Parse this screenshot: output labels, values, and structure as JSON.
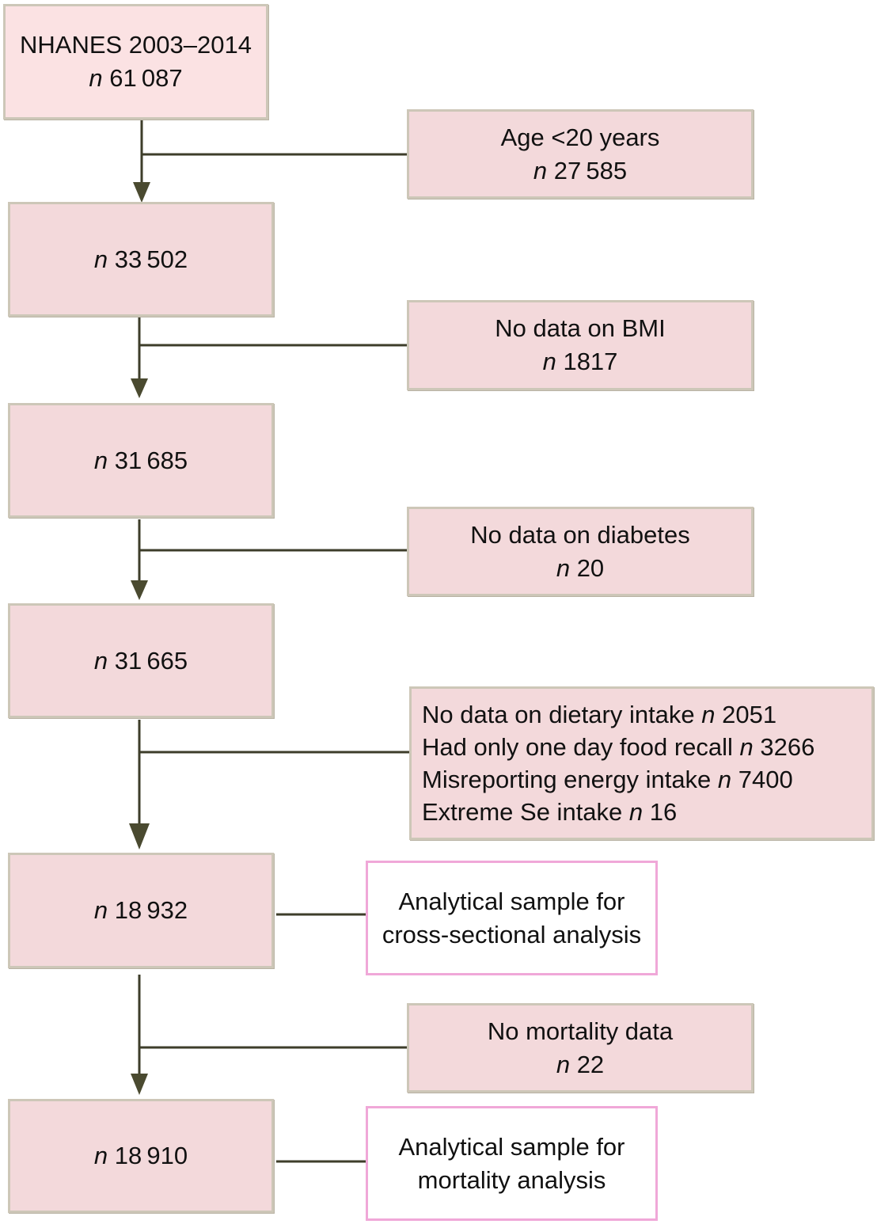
{
  "main_boxes": [
    {
      "label": "NHANES 2003–2014",
      "n": "61 087"
    },
    {
      "n": "33 502"
    },
    {
      "n": "31 685"
    },
    {
      "n": "31 665"
    },
    {
      "n": "18 932"
    },
    {
      "n": "18 910"
    }
  ],
  "exclusions": [
    {
      "label": "Age <20 years",
      "n": "27 585"
    },
    {
      "label": "No data on BMI",
      "n": "1817"
    },
    {
      "label": "No data on diabetes",
      "n": "20"
    },
    {
      "items": [
        {
          "label": "No data on dietary intake",
          "n": "2051"
        },
        {
          "label": "Had only one day food recall",
          "n": "3266"
        },
        {
          "label": "Misreporting energy intake",
          "n": "7400"
        },
        {
          "label": "Extreme Se intake",
          "n": "16"
        }
      ]
    },
    {
      "label": "No mortality data",
      "n": "22"
    }
  ],
  "samples": [
    {
      "line1": "Analytical sample for",
      "line2": "cross-sectional analysis"
    },
    {
      "line1": "Analytical sample for",
      "line2": "mortality analysis"
    }
  ],
  "n_symbol": "n",
  "colors": {
    "box_fill": "#f3d9db",
    "box_border": "#cdc7b8",
    "sample_border": "#f0a8d8",
    "arrow": "#4a4a30"
  }
}
